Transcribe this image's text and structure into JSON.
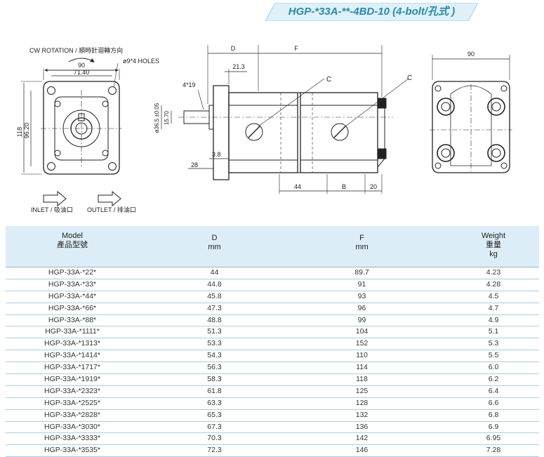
{
  "title": "HGP-*33A-**-4BD-10 (4-bolt/孔式 )",
  "drawing": {
    "rotation": "CW ROTATION / 順時針迴轉方向",
    "holes": "ø9*4 HOLES",
    "dim_90_left": "90",
    "dim_71_40": "71.40",
    "dim_118": "118",
    "dim_96_20": "96.20",
    "inlet": "INLET / 吸油口",
    "outlet": "OUTLET / 排油口",
    "dim_D": "D",
    "dim_F": "F",
    "dim_21_3": "21.3",
    "dim_4_19": "4*19",
    "dim_C_1": "C",
    "dim_C_2": "C",
    "dim_36_5": "ø36.5 ±0.05",
    "dim_15_70": "15.70",
    "dim_3_8": "3.8",
    "dim_28": "28",
    "dim_44": "44",
    "dim_B": "B",
    "dim_20": "20",
    "dim_90_right": "90"
  },
  "table": {
    "headers": {
      "model_en": "Model",
      "model_zh": "產品型號",
      "d": "D",
      "d_unit": "mm",
      "f": "F",
      "f_unit": "mm",
      "weight_en": "Weight",
      "weight_zh": "重量",
      "weight_unit": "kg"
    },
    "rows": [
      {
        "model": "HGP-33A-*22*",
        "d": "44",
        "f": "89.7",
        "w": "4.23"
      },
      {
        "model": "HGP-33A-*33*",
        "d": "44.8",
        "f": "91",
        "w": "4.28"
      },
      {
        "model": "HGP-33A-*44*",
        "d": "45.8",
        "f": "93",
        "w": "4.5"
      },
      {
        "model": "HGP-33A-*66*",
        "d": "47.3",
        "f": "96",
        "w": "4.7"
      },
      {
        "model": "HGP-33A-*88*",
        "d": "48.8",
        "f": "99",
        "w": "4.9"
      },
      {
        "model": "HGP-33A-*1111*",
        "d": "51.3",
        "f": "104",
        "w": "5.1"
      },
      {
        "model": "HGP-33A-*1313*",
        "d": "53.3",
        "f": "152",
        "w": "5.3"
      },
      {
        "model": "HGP-33A-*1414*",
        "d": "54.3",
        "f": "110",
        "w": "5.5"
      },
      {
        "model": "HGP-33A-*1717*",
        "d": "56.3",
        "f": "114",
        "w": "6.0"
      },
      {
        "model": "HGP-33A-*1919*",
        "d": "58.3",
        "f": "118",
        "w": "6.2"
      },
      {
        "model": "HGP-33A-*2323*",
        "d": "61.8",
        "f": "125",
        "w": "6.4"
      },
      {
        "model": "HGP-33A-*2525*",
        "d": "63.3",
        "f": "128",
        "w": "6.6"
      },
      {
        "model": "HGP-33A-*2828*",
        "d": "65.3",
        "f": "132",
        "w": "6.8"
      },
      {
        "model": "HGP-33A-*3030*",
        "d": "67.3",
        "f": "136",
        "w": "6.9"
      },
      {
        "model": "HGP-33A-*3333*",
        "d": "70.3",
        "f": "142",
        "w": "6.95"
      },
      {
        "model": "HGP-33A-*3535*",
        "d": "72.3",
        "f": "146",
        "w": "7.28"
      }
    ]
  }
}
